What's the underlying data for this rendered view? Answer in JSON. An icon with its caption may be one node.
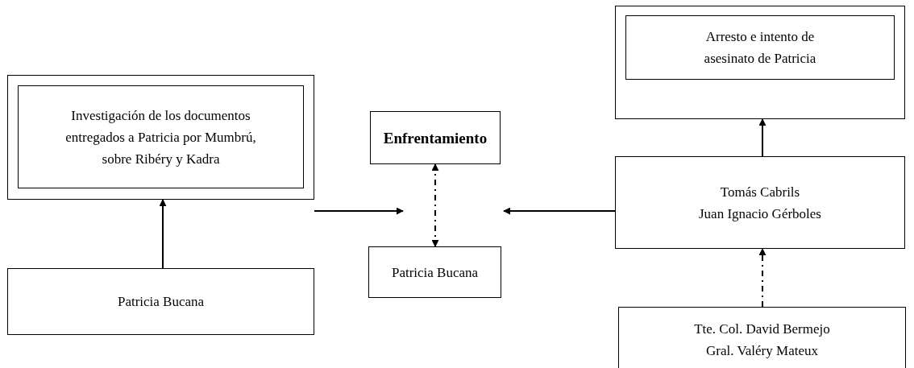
{
  "diagram": {
    "nodes": [
      {
        "text": [],
        "shape": "box"
      },
      {
        "text": [
          "Investigación de los documentos entregados a Patricia por Mumbrú, sobre Ribéry y Kadra"
        ],
        "in": 0
      },
      {
        "text": [
          "Patricia Bucana"
        ]
      },
      {
        "text": [
          "Enfrentamiento"
        ]
      },
      {
        "text": [
          "Patricia Bucana"
        ]
      },
      {
        "text": [],
        "shape": "box"
      },
      {
        "text": [
          "Arresto e intento de asesinato de Patricia"
        ],
        "in": 5
      },
      {
        "text": [
          "Tomás Cabrils",
          "Juan Ignacio Gérboles"
        ]
      },
      {
        "text": [
          "Tte. Col.  David Bermejo",
          "Gral. Valéry Mateux"
        ]
      }
    ],
    "edges": [
      {
        "from": 2,
        "to": 0,
        "arrow": "to"
      },
      {
        "from": 0,
        "to": null,
        "arrow": "to"
      },
      {
        "from": 4,
        "to": 3,
        "arrow": "both",
        "style": "dashed"
      },
      {
        "from": 7,
        "to": null,
        "arrow": "to"
      },
      {
        "from": 7,
        "to": 5,
        "arrow": "to"
      },
      {
        "from": 8,
        "to": 7,
        "arrow": "to",
        "style": "dashed"
      }
    ]
  }
}
